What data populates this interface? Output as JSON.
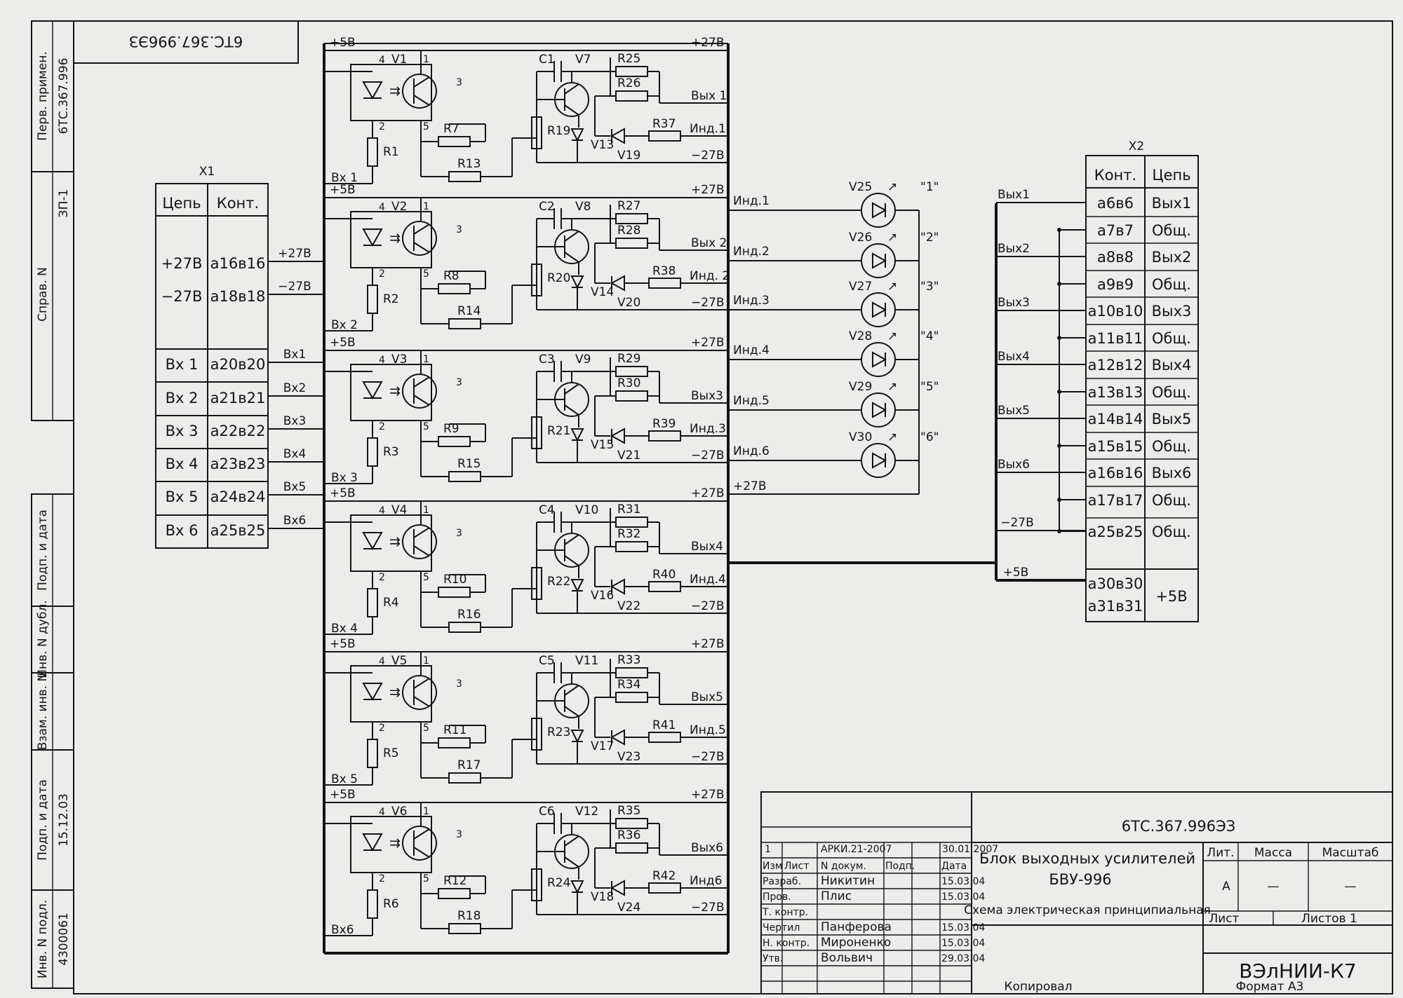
{
  "document": {
    "code_top": "6ТС.367.996ЭЗ",
    "code_main": "6ТС.367.996ЭЗ",
    "title_line1": "Блок выходных усилителей",
    "title_line2": "БВУ-996",
    "title_line3": "Схема электрическая принципиальная",
    "organization": "ВЭлНИИ-К7",
    "copied": "Копировал",
    "format": "Формат А3"
  },
  "side_stamp": {
    "perv_primen_label": "Перв. примен.",
    "perv_primen_value": "6ТС.367.996",
    "sprav_label": "Справ. N",
    "sprav_value": "ЗП-1",
    "podp_data_label": "Подп. и дата",
    "inv_dubl_label": "Инв. N дубл.",
    "vzam_inv_label": "Взам. инв. N",
    "podp_data2_label": "Подп. и дата",
    "podp_data2_value": "15.12.03",
    "inv_podl_label": "Инв. N подл.",
    "inv_podl_value": "4300061"
  },
  "title_block": {
    "revision_row": {
      "num": "1",
      "doc": "АРКИ.21-2007",
      "date": "30.01.2007"
    },
    "header": {
      "izm": "Изм",
      "list": "Лист",
      "ndoc": "N докум.",
      "podp": "Подп.",
      "data": "Дата"
    },
    "people": [
      {
        "role": "Разраб.",
        "name": "Никитин",
        "date": "15.03.04"
      },
      {
        "role": "Пров.",
        "name": "Плис",
        "date": "15.03.04"
      },
      {
        "role": "Т. контр.",
        "name": "",
        "date": ""
      },
      {
        "role": "Чертил",
        "name": "Панферова",
        "date": "15.03.04"
      },
      {
        "role": "Н. контр.",
        "name": "Мироненко",
        "date": "15.03.04"
      },
      {
        "role": "Утв.",
        "name": "Вольвич",
        "date": "29.03.04"
      }
    ],
    "lit_label": "Лит.",
    "massa_label": "Масса",
    "masshtab_label": "Масштаб",
    "lit_value": "А",
    "massa_value": "—",
    "masshtab_value": "—",
    "list_label": "Лист",
    "listov_label": "Листов 1"
  },
  "x1": {
    "ref": "X1",
    "header": [
      "Цепь",
      "Конт."
    ],
    "rows": [
      {
        "net": "+27В",
        "pins": "а16в16"
      },
      {
        "net": "−27В",
        "pins": "а18в18"
      },
      {
        "net": "Вх 1",
        "pins": "а20в20"
      },
      {
        "net": "Вх 2",
        "pins": "а21в21"
      },
      {
        "net": "Вх 3",
        "pins": "а22в22"
      },
      {
        "net": "Вх 4",
        "pins": "а23в23"
      },
      {
        "net": "Вх 5",
        "pins": "а24в24"
      },
      {
        "net": "Вх 6",
        "pins": "а25в25"
      }
    ],
    "wire_labels": [
      "+27В",
      "−27В",
      "Вх1",
      "Вх2",
      "Вх3",
      "Вх4",
      "Вх5",
      "Вх6"
    ]
  },
  "x2": {
    "ref": "X2",
    "header": [
      "Конт.",
      "Цепь"
    ],
    "rows": [
      {
        "pins": "а6в6",
        "net": "Вых1"
      },
      {
        "pins": "а7в7",
        "net": "Общ."
      },
      {
        "pins": "а8в8",
        "net": "Вых2"
      },
      {
        "pins": "а9в9",
        "net": "Общ."
      },
      {
        "pins": "а10в10",
        "net": "Вых3"
      },
      {
        "pins": "а11в11",
        "net": "Общ."
      },
      {
        "pins": "а12в12",
        "net": "Вых4"
      },
      {
        "pins": "а13в13",
        "net": "Общ."
      },
      {
        "pins": "а14в14",
        "net": "Вых5"
      },
      {
        "pins": "а15в15",
        "net": "Общ."
      },
      {
        "pins": "а16в16",
        "net": "Вых6"
      },
      {
        "pins": "а17в17",
        "net": "Общ."
      },
      {
        "pins": "а25в25",
        "net": "Общ."
      }
    ],
    "last_pins_1": "а30в30",
    "last_pins_2": "а31в31",
    "last_net": "+5В",
    "wire_labels": [
      "Вых1",
      "Вых2",
      "Вых3",
      "Вых4",
      "Вых5",
      "Вых6",
      "−27В",
      "+5В"
    ]
  },
  "channels": [
    {
      "opto": "V1",
      "r_led": "R1",
      "r_a": "R7",
      "r_b": "R13",
      "cap": "C1",
      "tr": "V7",
      "r_base": "R19",
      "diode_a": "V13",
      "diode_b": "V19",
      "r_top1": "R25",
      "r_top2": "R26",
      "r_ind": "R37",
      "input": "Вх 1",
      "out": "Вых 1",
      "ind": "Инд.1"
    },
    {
      "opto": "V2",
      "r_led": "R2",
      "r_a": "R8",
      "r_b": "R14",
      "cap": "C2",
      "tr": "V8",
      "r_base": "R20",
      "diode_a": "V14",
      "diode_b": "V20",
      "r_top1": "R27",
      "r_top2": "R28",
      "r_ind": "R38",
      "input": "Вх 2",
      "out": "Вых 2",
      "ind": "Инд. 2"
    },
    {
      "opto": "V3",
      "r_led": "R3",
      "r_a": "R9",
      "r_b": "R15",
      "cap": "C3",
      "tr": "V9",
      "r_base": "R21",
      "diode_a": "V15",
      "diode_b": "V21",
      "r_top1": "R29",
      "r_top2": "R30",
      "r_ind": "R39",
      "input": "Вх 3",
      "out": "Вых3",
      "ind": "Инд.3"
    },
    {
      "opto": "V4",
      "r_led": "R4",
      "r_a": "R10",
      "r_b": "R16",
      "cap": "C4",
      "tr": "V10",
      "r_base": "R22",
      "diode_a": "V16",
      "diode_b": "V22",
      "r_top1": "R31",
      "r_top2": "R32",
      "r_ind": "R40",
      "input": "Вх 4",
      "out": "Вых4",
      "ind": "Инд.4"
    },
    {
      "opto": "V5",
      "r_led": "R5",
      "r_a": "R11",
      "r_b": "R17",
      "cap": "C5",
      "tr": "V11",
      "r_base": "R23",
      "diode_a": "V17",
      "diode_b": "V23",
      "r_top1": "R33",
      "r_top2": "R34",
      "r_ind": "R41",
      "input": "Вх 5",
      "out": "Вых5",
      "ind": "Инд.5"
    },
    {
      "opto": "V6",
      "r_led": "R6",
      "r_a": "R12",
      "r_b": "R18",
      "cap": "C6",
      "tr": "V12",
      "r_base": "R24",
      "diode_a": "V18",
      "diode_b": "V24",
      "r_top1": "R35",
      "r_top2": "R36",
      "r_ind": "R42",
      "input": "Вх6",
      "out": "Вых6",
      "ind": "Инд6"
    }
  ],
  "channel_common": {
    "plus5": "+5В",
    "plus27": "+27В",
    "minus27": "−27В",
    "pin4": "4",
    "pin2": "2",
    "pin1": "1",
    "pin3": "3",
    "pin5": "5"
  },
  "indicators": [
    {
      "ref": "V25",
      "ind": "Инд.1",
      "label": "\"1\""
    },
    {
      "ref": "V26",
      "ind": "Инд.2",
      "label": "\"2\""
    },
    {
      "ref": "V27",
      "ind": "Инд.3",
      "label": "\"3\""
    },
    {
      "ref": "V28",
      "ind": "Инд.4",
      "label": "\"4\""
    },
    {
      "ref": "V29",
      "ind": "Инд.5",
      "label": "\"5\""
    },
    {
      "ref": "V30",
      "ind": "Инд.6",
      "label": "\"6\""
    }
  ],
  "indicator_supply": "+27В"
}
